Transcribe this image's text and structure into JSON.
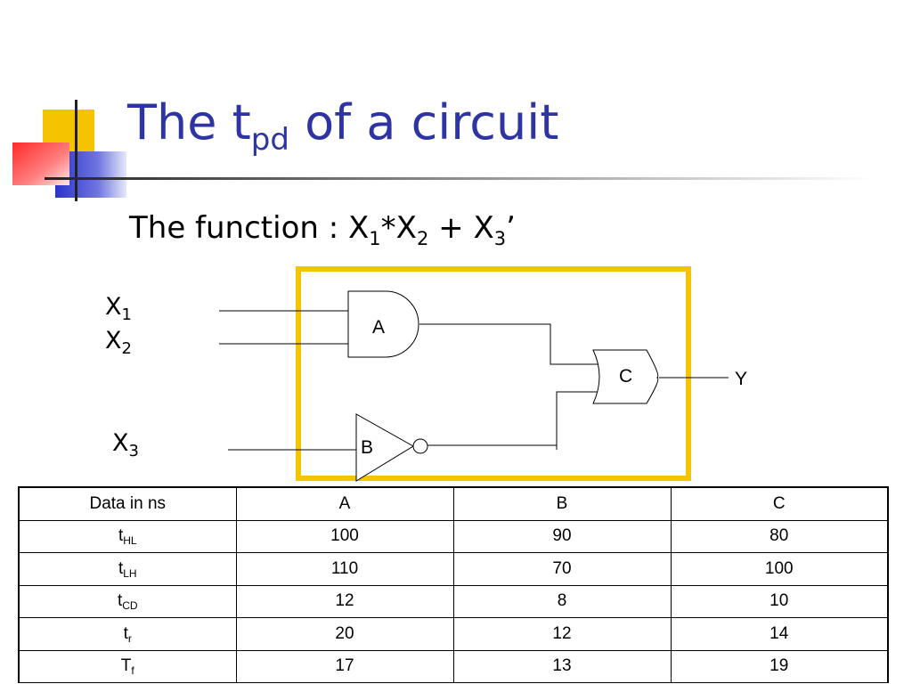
{
  "slide": {
    "title_main": "The t",
    "title_sub": "pd",
    "title_rest": " of a circuit",
    "function_label": "The function : X",
    "function_sub1": "1",
    "function_mid1": "*X",
    "function_sub2": "2",
    "function_mid2": " + X",
    "function_sub3": "3",
    "function_tail": "’"
  },
  "circuit": {
    "inputs": [
      {
        "base": "X",
        "sub": "1"
      },
      {
        "base": "X",
        "sub": "2"
      },
      {
        "base": "X",
        "sub": "3"
      }
    ],
    "gates": {
      "and": "A",
      "not": "B",
      "or": "C"
    },
    "output": "Y",
    "box_color": "#f5c400"
  },
  "table": {
    "header": [
      "Data in ns",
      "A",
      "B",
      "C"
    ],
    "rows": [
      {
        "param": "t",
        "sub": "HL",
        "values": [
          "100",
          "90",
          "80"
        ]
      },
      {
        "param": "t",
        "sub": "LH",
        "values": [
          "110",
          "70",
          "100"
        ]
      },
      {
        "param": "t",
        "sub": "CD",
        "values": [
          "12",
          "8",
          "10"
        ]
      },
      {
        "param": "t",
        "sub": "r",
        "values": [
          "20",
          "12",
          "14"
        ]
      },
      {
        "param": "T",
        "sub": "f",
        "values": [
          "17",
          "13",
          "19"
        ]
      }
    ]
  },
  "colors": {
    "title": "#2e35a2",
    "accent_yellow": "#f5c400",
    "accent_blue": "#2b33cc",
    "accent_red": "#f03030"
  }
}
